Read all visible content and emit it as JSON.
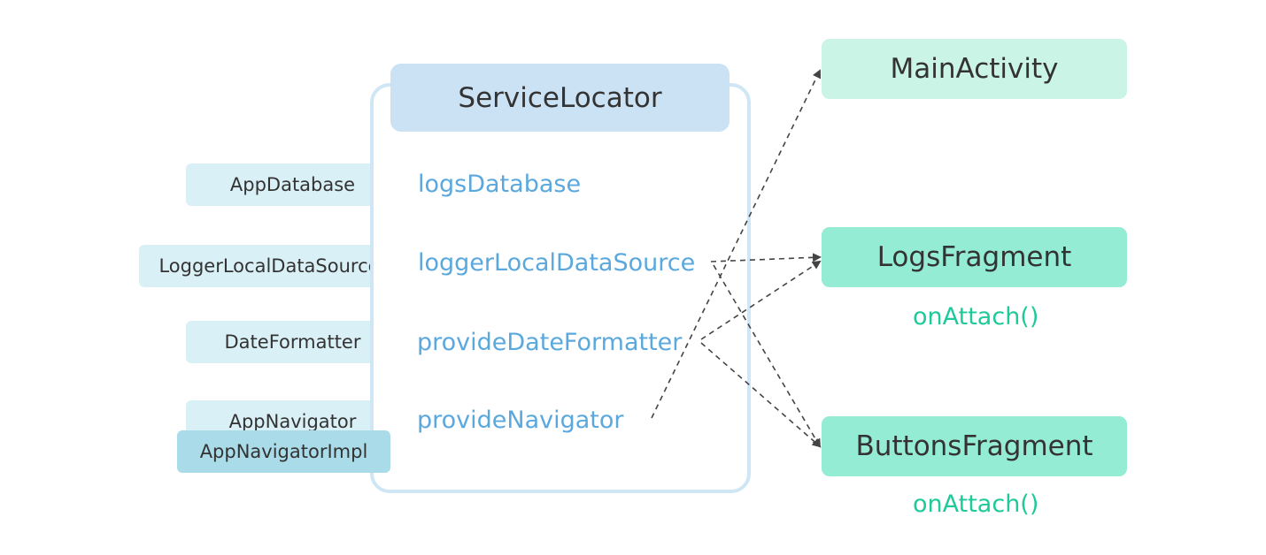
{
  "colors": {
    "frame_border": "#cfe6f5",
    "locator_title_bg": "#cbe2f5",
    "dependency_bg": "#daf0f7",
    "implementation_bg": "#a9dbe9",
    "member_text": "#5aa8dd",
    "activity_bg": "#c9f4e6",
    "fragment_bg": "#93ecd3",
    "lifecycle_text": "#1ec99a",
    "arrow": "#444444"
  },
  "dependencies": {
    "app_database": "AppDatabase",
    "logger_local_data_source": "LoggerLocalDataSource",
    "date_formatter": "DateFormatter",
    "app_navigator": "AppNavigator",
    "app_navigator_impl": "AppNavigatorImpl"
  },
  "service_locator": {
    "title": "ServiceLocator",
    "members": {
      "logs_database": "logsDatabase",
      "logger_local_data_source": "loggerLocalDataSource",
      "provide_date_formatter": "provideDateFormatter",
      "provide_navigator": "provideNavigator"
    }
  },
  "consumers": {
    "main_activity": "MainActivity",
    "logs_fragment": "LogsFragment",
    "logs_fragment_hook": "onAttach()",
    "buttons_fragment": "ButtonsFragment",
    "buttons_fragment_hook": "onAttach()"
  },
  "connections": [
    {
      "from": "loggerLocalDataSource",
      "to": "LogsFragment",
      "style": "dashed-arrow"
    },
    {
      "from": "loggerLocalDataSource",
      "to": "ButtonsFragment",
      "style": "dashed-arrow"
    },
    {
      "from": "provideDateFormatter",
      "to": "LogsFragment",
      "style": "dashed-arrow"
    },
    {
      "from": "provideDateFormatter",
      "to": "ButtonsFragment",
      "style": "dashed-arrow"
    },
    {
      "from": "provideNavigator",
      "to": "MainActivity",
      "style": "dashed-arrow"
    }
  ]
}
